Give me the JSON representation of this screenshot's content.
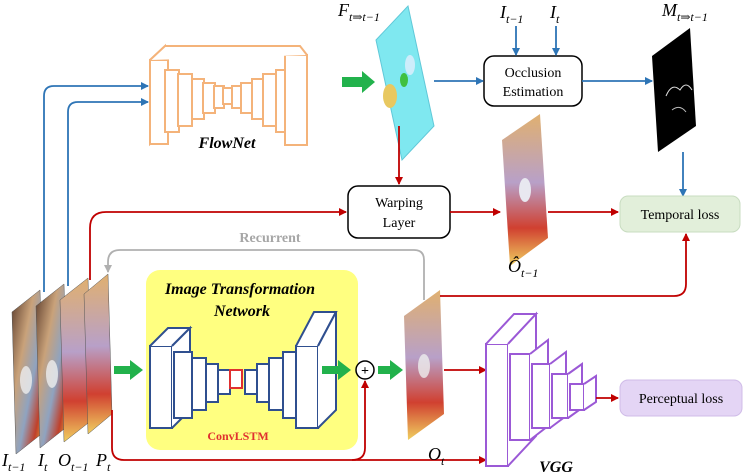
{
  "diagram": {
    "flownet_label": "FlowNet",
    "vgg_label": "VGG",
    "itn_label_line1": "Image Transformation",
    "itn_label_line2": "Network",
    "convlstm_label": "ConvLSTM",
    "recurrent_label": "Recurrent",
    "occlusion_line1": "Occlusion",
    "occlusion_line2": "Estimation",
    "warping_line1": "Warping",
    "warping_line2": "Layer",
    "temporal_loss": "Temporal loss",
    "perceptual_loss": "Perceptual loss",
    "plus_symbol": "+",
    "flow_label_main": "F",
    "flow_label_sub": "t⇒t−1",
    "mask_label_main": "M",
    "mask_label_sub": "t⇒t−1",
    "top_input1_main": "I",
    "top_input1_sub": "t−1",
    "top_input2_main": "I",
    "top_input2_sub": "t",
    "warped_main": "Ô",
    "warped_sub": "t−1",
    "output_main": "O",
    "output_sub": "t",
    "stack_label1_main": "I",
    "stack_label1_sub": "t−1",
    "stack_label2_main": "I",
    "stack_label2_sub": "t",
    "stack_label3_main": "O",
    "stack_label3_sub": "t−1",
    "stack_label4_main": "P",
    "stack_label4_sub": "t"
  },
  "colors": {
    "flownet": "#f4b37a",
    "vgg": "#9b59d6",
    "itn_fill": "#ffff80",
    "itn_blocks": "#2f4f8f",
    "convlstm": "#e03030",
    "green_arrow": "#22b24c",
    "red_arrow": "#c00000",
    "blue_arrow": "#2e75b6",
    "gray_arrow": "#b0b0b0",
    "temporal_box": "#e2efda",
    "perceptual_box": "#e4d5f5",
    "flow_image": "#7fe8f0"
  }
}
